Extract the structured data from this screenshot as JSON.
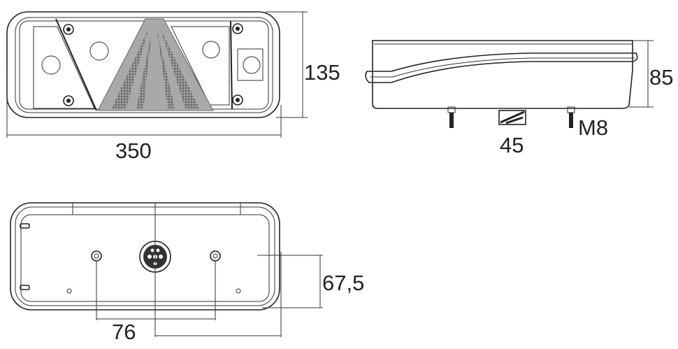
{
  "title": "Rear lamp dimensional drawing",
  "colors": {
    "line": "#222222",
    "reflector": "#a9a9a9",
    "background": "#ffffff"
  },
  "front_view": {
    "width_label": "350",
    "height_label": "135"
  },
  "side_view": {
    "depth_label": "85",
    "connector_label": "45",
    "bolt_label": "M8"
  },
  "rear_view": {
    "bolt_spacing_label": "76",
    "vertical_offset_label": "67,5"
  }
}
